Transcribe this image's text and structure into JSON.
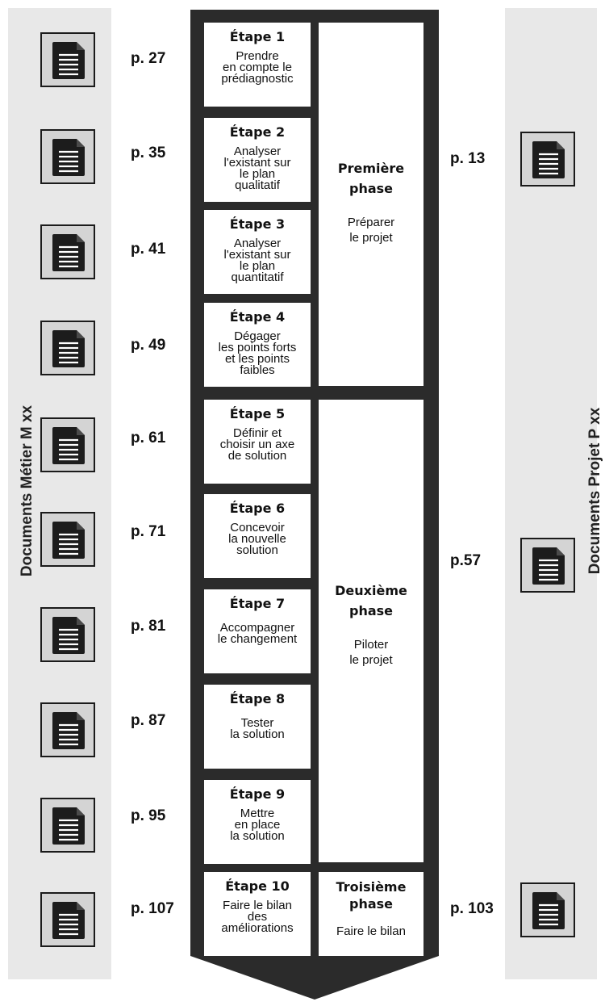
{
  "left_label": "Documents Métier M xx",
  "right_label": "Documents Projet P xx",
  "icon": "document-icon",
  "colors": {
    "band": "#e8e8e8",
    "chevron": "#2b2b2b",
    "icon_frame": "#d4d4d4",
    "box": "#ffffff"
  },
  "steps": [
    {
      "title": "Étape 1",
      "desc": "Prendre\nen compte le\nprédiagnostic",
      "page": "p. 27"
    },
    {
      "title": "Étape 2",
      "desc": "Analyser\nl'existant sur\nle plan\nqualitatif",
      "page": "p. 35"
    },
    {
      "title": "Étape 3",
      "desc": "Analyser\nl'existant sur\nle plan\nquantitatif",
      "page": "p. 41"
    },
    {
      "title": "Étape 4",
      "desc": "Dégager\nles points forts\net les points\nfaibles",
      "page": "p. 49"
    },
    {
      "title": "Étape 5",
      "desc": "Définir et\nchoisir un axe\nde solution",
      "page": "p. 61"
    },
    {
      "title": "Étape 6",
      "desc": "Concevoir\nla nouvelle\nsolution",
      "page": "p. 71"
    },
    {
      "title": "Étape 7",
      "desc": "Accompagner\nle changement",
      "page": "p. 81"
    },
    {
      "title": "Étape 8",
      "desc": "Tester\nla solution",
      "page": "p. 87"
    },
    {
      "title": "Étape 9",
      "desc": "Mettre\nen place\nla solution",
      "page": "p. 95"
    },
    {
      "title": "Étape 10",
      "desc": "Faire le bilan\ndes\naméliorations",
      "page": "p. 107"
    }
  ],
  "phases": [
    {
      "title": "Première\nphase",
      "desc": "Préparer\nle projet",
      "page": "p. 13"
    },
    {
      "title": "Deuxième\nphase",
      "desc": "Piloter\nle projet",
      "page": "p.57"
    },
    {
      "title": "Troisième\nphase",
      "desc": "Faire le bilan",
      "page": "p. 103"
    }
  ]
}
